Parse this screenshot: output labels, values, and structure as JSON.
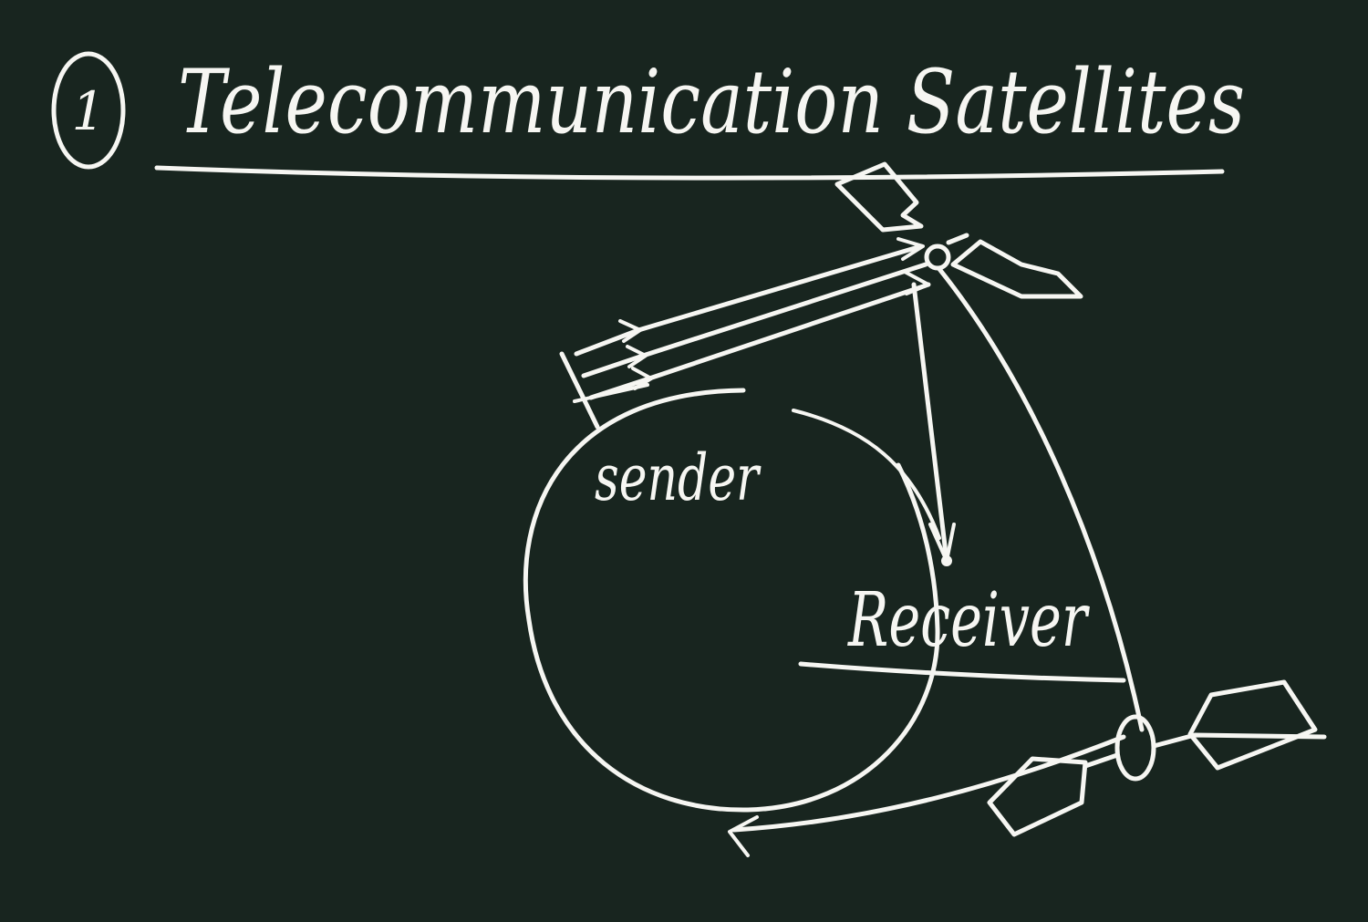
{
  "heading": {
    "number": "1",
    "title": "Telecommunication Satellites"
  },
  "labels": {
    "sender": "sender",
    "receiver": "Receiver"
  },
  "colors": {
    "board": "#18251f",
    "chalk": "#f6f6f2"
  },
  "icons": {
    "satellite_top": "satellite-icon",
    "satellite_bottom": "satellite-icon"
  }
}
